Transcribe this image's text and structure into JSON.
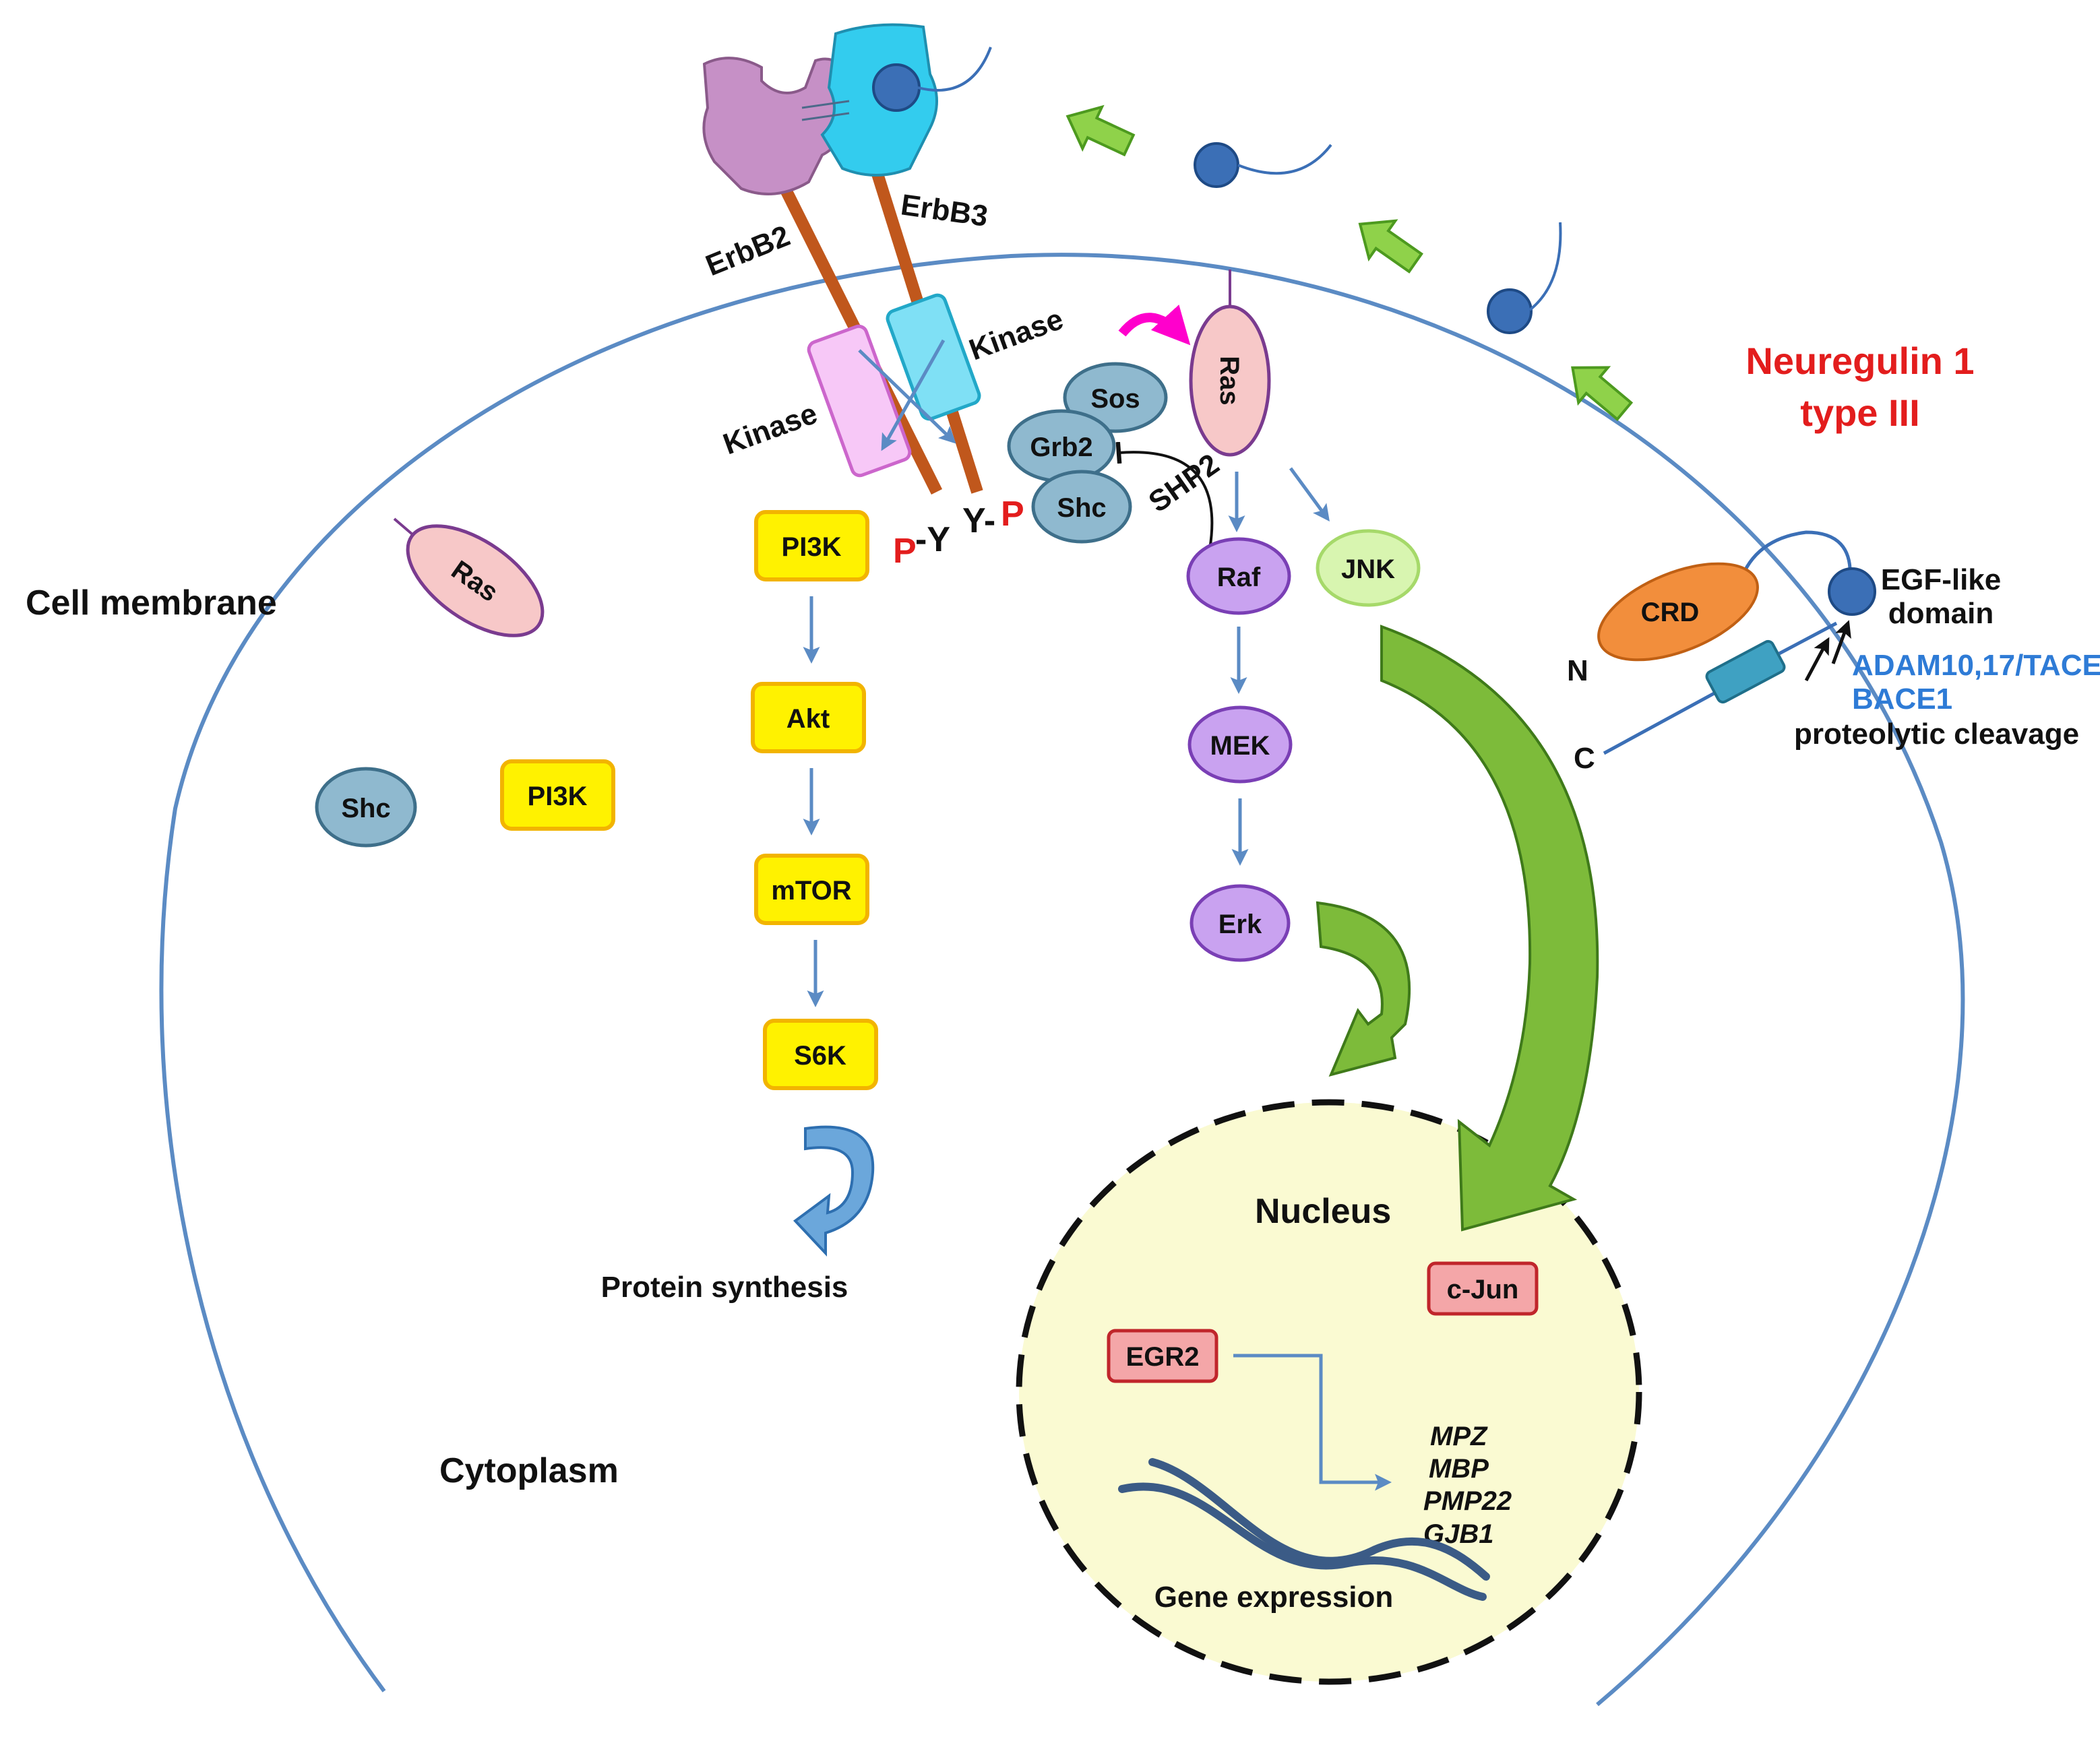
{
  "compartments": {
    "cell_membrane": "Cell membrane",
    "cytoplasm": "Cytoplasm",
    "nucleus": "Nucleus"
  },
  "receptors": {
    "erbb2": "ErbB2",
    "erbb3": "ErbB3",
    "kinase_left": "Kinase",
    "kinase_right": "Kinase",
    "phospho_left_p": "P",
    "phospho_left_y": "-Y",
    "phospho_right_y": "Y-",
    "phospho_right_p": "P"
  },
  "adaptors": {
    "sos": "Sos",
    "grb2": "Grb2",
    "shc": "Shc",
    "shp2": "SHP2",
    "ras_top": "Ras"
  },
  "pi3k_pathway": {
    "pi3k": "PI3K",
    "akt": "Akt",
    "mtor": "mTOR",
    "s6k": "S6K",
    "outcome": "Protein synthesis"
  },
  "mapk_pathway": {
    "raf": "Raf",
    "mek": "MEK",
    "erk": "Erk",
    "jnk": "JNK"
  },
  "free_molecules": {
    "ras": "Ras",
    "shc": "Shc",
    "pi3k": "PI3K"
  },
  "neuregulin": {
    "title_line1": "Neuregulin 1",
    "title_line2": "type III",
    "crd": "CRD",
    "n_term": "N",
    "c_term": "C",
    "egf_line1": "EGF-like",
    "egf_line2": "domain",
    "protease1": "ADAM10,17/TACE",
    "protease2": "BACE1",
    "cleavage": "proteolytic cleavage"
  },
  "nuclear": {
    "cjun": "c-Jun",
    "egr2": "EGR2",
    "genes": [
      "MPZ",
      "MBP",
      "PMP22",
      "GJB1"
    ],
    "gene_expression": "Gene expression"
  },
  "colors": {
    "membrane": "#5b8bc4",
    "pi3k_fill": "#fff200",
    "pi3k_stroke": "#f2b400",
    "mapk_fill": "#c9a2f0",
    "mapk_stroke": "#7a3fb5",
    "adaptor_fill": "#8fb9cf",
    "adaptor_stroke": "#3e6f8a",
    "ras_fill": "#f7c8c8",
    "ras_stroke": "#7a3b8f",
    "nucleus_fill": "#fafad2",
    "green_arrow": "#7dbb3a",
    "red_box_fill": "#f4a6a8",
    "red_box_stroke": "#c0252b",
    "erbb2_color": "#c690c6",
    "erbb3_color": "#33ccee",
    "crd_fill": "#f28e3c"
  }
}
